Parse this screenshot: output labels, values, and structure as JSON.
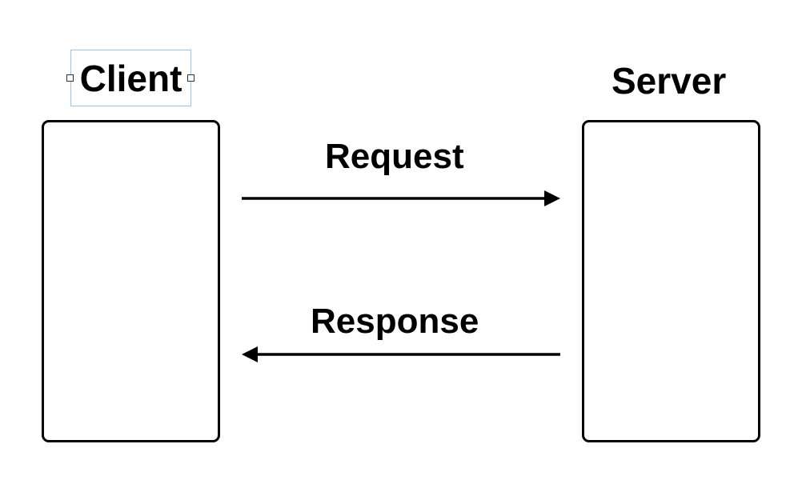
{
  "client": {
    "label": "Client",
    "selected": true
  },
  "server": {
    "label": "Server"
  },
  "edges": {
    "request": {
      "label": "Request",
      "from": "Client",
      "to": "Server"
    },
    "response": {
      "label": "Response",
      "from": "Server",
      "to": "Client"
    }
  },
  "colors": {
    "stroke": "#000000",
    "selection": "#a9bde6",
    "background": "#ffffff"
  }
}
